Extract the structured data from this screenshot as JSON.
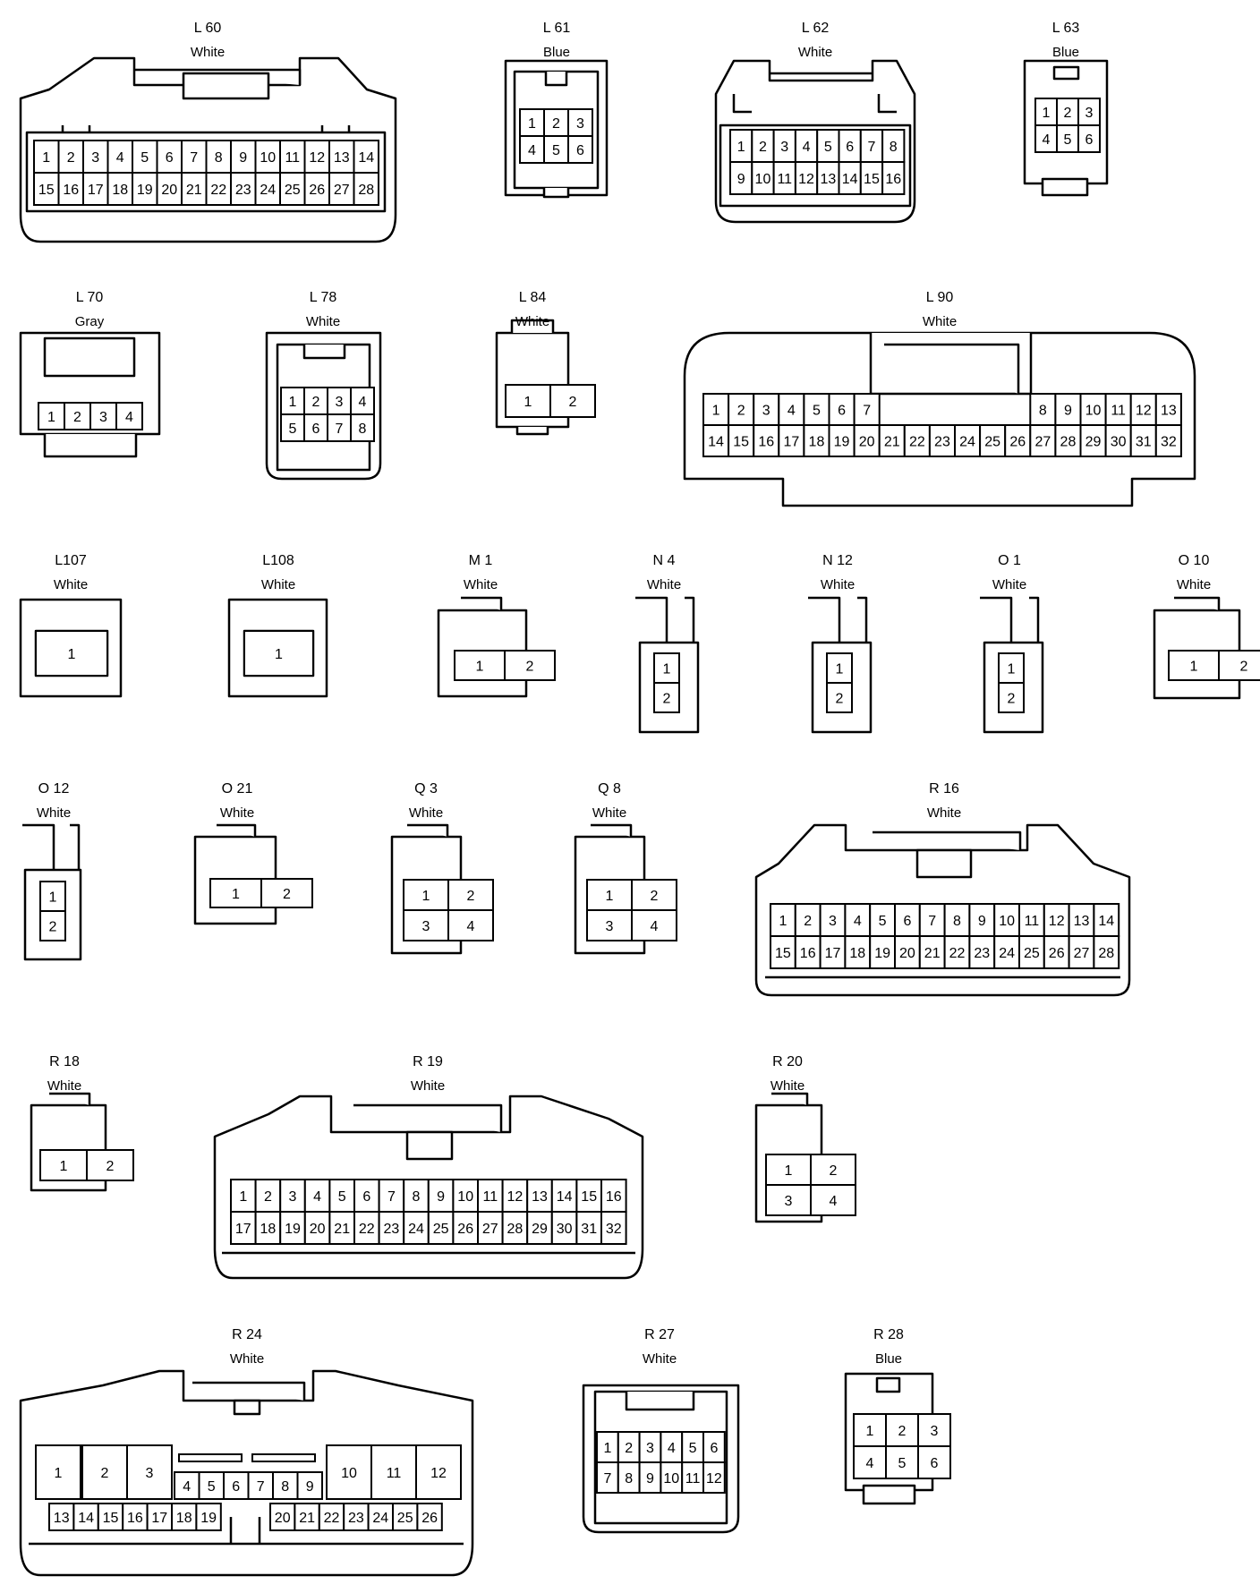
{
  "connectors": [
    {
      "id": "L 60",
      "color": "White",
      "rows": [
        [
          "1",
          "2",
          "3",
          "4",
          "5",
          "6",
          "7",
          "8",
          "9",
          "10",
          "11",
          "12",
          "13",
          "14"
        ],
        [
          "15",
          "16",
          "17",
          "18",
          "19",
          "20",
          "21",
          "22",
          "23",
          "24",
          "25",
          "26",
          "27",
          "28"
        ]
      ]
    },
    {
      "id": "L 61",
      "color": "Blue",
      "rows": [
        [
          "1",
          "2",
          "3"
        ],
        [
          "4",
          "5",
          "6"
        ]
      ]
    },
    {
      "id": "L 62",
      "color": "White",
      "rows": [
        [
          "1",
          "2",
          "3",
          "4",
          "5",
          "6",
          "7",
          "8"
        ],
        [
          "9",
          "10",
          "11",
          "12",
          "13",
          "14",
          "15",
          "16"
        ]
      ]
    },
    {
      "id": "L 63",
      "color": "Blue",
      "rows": [
        [
          "1",
          "2",
          "3"
        ],
        [
          "4",
          "5",
          "6"
        ]
      ]
    },
    {
      "id": "L 70",
      "color": "Gray",
      "rows": [
        [
          "1",
          "2",
          "3",
          "4"
        ]
      ]
    },
    {
      "id": "L 78",
      "color": "White",
      "rows": [
        [
          "1",
          "2",
          "3",
          "4"
        ],
        [
          "5",
          "6",
          "7",
          "8"
        ]
      ]
    },
    {
      "id": "L 84",
      "color": "White",
      "rows": [
        [
          "1",
          "2"
        ]
      ]
    },
    {
      "id": "L 90",
      "color": "White",
      "rows": [
        [
          "1",
          "2",
          "3",
          "4",
          "5",
          "6",
          "7",
          "",
          "",
          "",
          "",
          "",
          "",
          "8",
          "9",
          "10",
          "11",
          "12",
          "13"
        ],
        [
          "14",
          "15",
          "16",
          "17",
          "18",
          "19",
          "20",
          "21",
          "22",
          "23",
          "24",
          "25",
          "26",
          "27",
          "28",
          "29",
          "30",
          "31",
          "32"
        ]
      ]
    },
    {
      "id": "L107",
      "color": "White",
      "rows": [
        [
          "1"
        ]
      ]
    },
    {
      "id": "L108",
      "color": "White",
      "rows": [
        [
          "1"
        ]
      ]
    },
    {
      "id": "M 1",
      "color": "White",
      "rows": [
        [
          "1",
          "2"
        ]
      ]
    },
    {
      "id": "N 4",
      "color": "White",
      "rows": [
        [
          "1"
        ],
        [
          "2"
        ]
      ]
    },
    {
      "id": "N 12",
      "color": "White",
      "rows": [
        [
          "1"
        ],
        [
          "2"
        ]
      ]
    },
    {
      "id": "O 1",
      "color": "White",
      "rows": [
        [
          "1"
        ],
        [
          "2"
        ]
      ]
    },
    {
      "id": "O 10",
      "color": "White",
      "rows": [
        [
          "1",
          "2"
        ]
      ]
    },
    {
      "id": "O 12",
      "color": "White",
      "rows": [
        [
          "1"
        ],
        [
          "2"
        ]
      ]
    },
    {
      "id": "O 21",
      "color": "White",
      "rows": [
        [
          "1",
          "2"
        ]
      ]
    },
    {
      "id": "Q 3",
      "color": "White",
      "rows": [
        [
          "1",
          "2"
        ],
        [
          "3",
          "4"
        ]
      ]
    },
    {
      "id": "Q 8",
      "color": "White",
      "rows": [
        [
          "1",
          "2"
        ],
        [
          "3",
          "4"
        ]
      ]
    },
    {
      "id": "R 16",
      "color": "White",
      "rows": [
        [
          "1",
          "2",
          "3",
          "4",
          "5",
          "6",
          "7",
          "8",
          "9",
          "10",
          "11",
          "12",
          "13",
          "14"
        ],
        [
          "15",
          "16",
          "17",
          "18",
          "19",
          "20",
          "21",
          "22",
          "23",
          "24",
          "25",
          "26",
          "27",
          "28"
        ]
      ]
    },
    {
      "id": "R 18",
      "color": "White",
      "rows": [
        [
          "1",
          "2"
        ]
      ]
    },
    {
      "id": "R 19",
      "color": "White",
      "rows": [
        [
          "1",
          "2",
          "3",
          "4",
          "5",
          "6",
          "7",
          "8",
          "9",
          "10",
          "11",
          "12",
          "13",
          "14",
          "15",
          "16"
        ],
        [
          "17",
          "18",
          "19",
          "20",
          "21",
          "22",
          "23",
          "24",
          "25",
          "26",
          "27",
          "28",
          "29",
          "30",
          "31",
          "32"
        ]
      ]
    },
    {
      "id": "R 20",
      "color": "White",
      "rows": [
        [
          "1",
          "2"
        ],
        [
          "3",
          "4"
        ]
      ]
    },
    {
      "id": "R 24",
      "color": "White",
      "big": [
        "1",
        "2",
        "3",
        "10",
        "11",
        "12"
      ],
      "mid": [
        "4",
        "5",
        "6",
        "7",
        "8",
        "9"
      ],
      "low": [
        "13",
        "14",
        "15",
        "16",
        "17",
        "18",
        "19",
        "20",
        "21",
        "22",
        "23",
        "24",
        "25",
        "26"
      ]
    },
    {
      "id": "R 27",
      "color": "White",
      "rows": [
        [
          "1",
          "2",
          "3",
          "4",
          "5",
          "6"
        ],
        [
          "7",
          "8",
          "9",
          "10",
          "11",
          "12"
        ]
      ]
    },
    {
      "id": "R 28",
      "color": "Blue",
      "rows": [
        [
          "1",
          "2",
          "3"
        ],
        [
          "4",
          "5",
          "6"
        ]
      ]
    }
  ]
}
